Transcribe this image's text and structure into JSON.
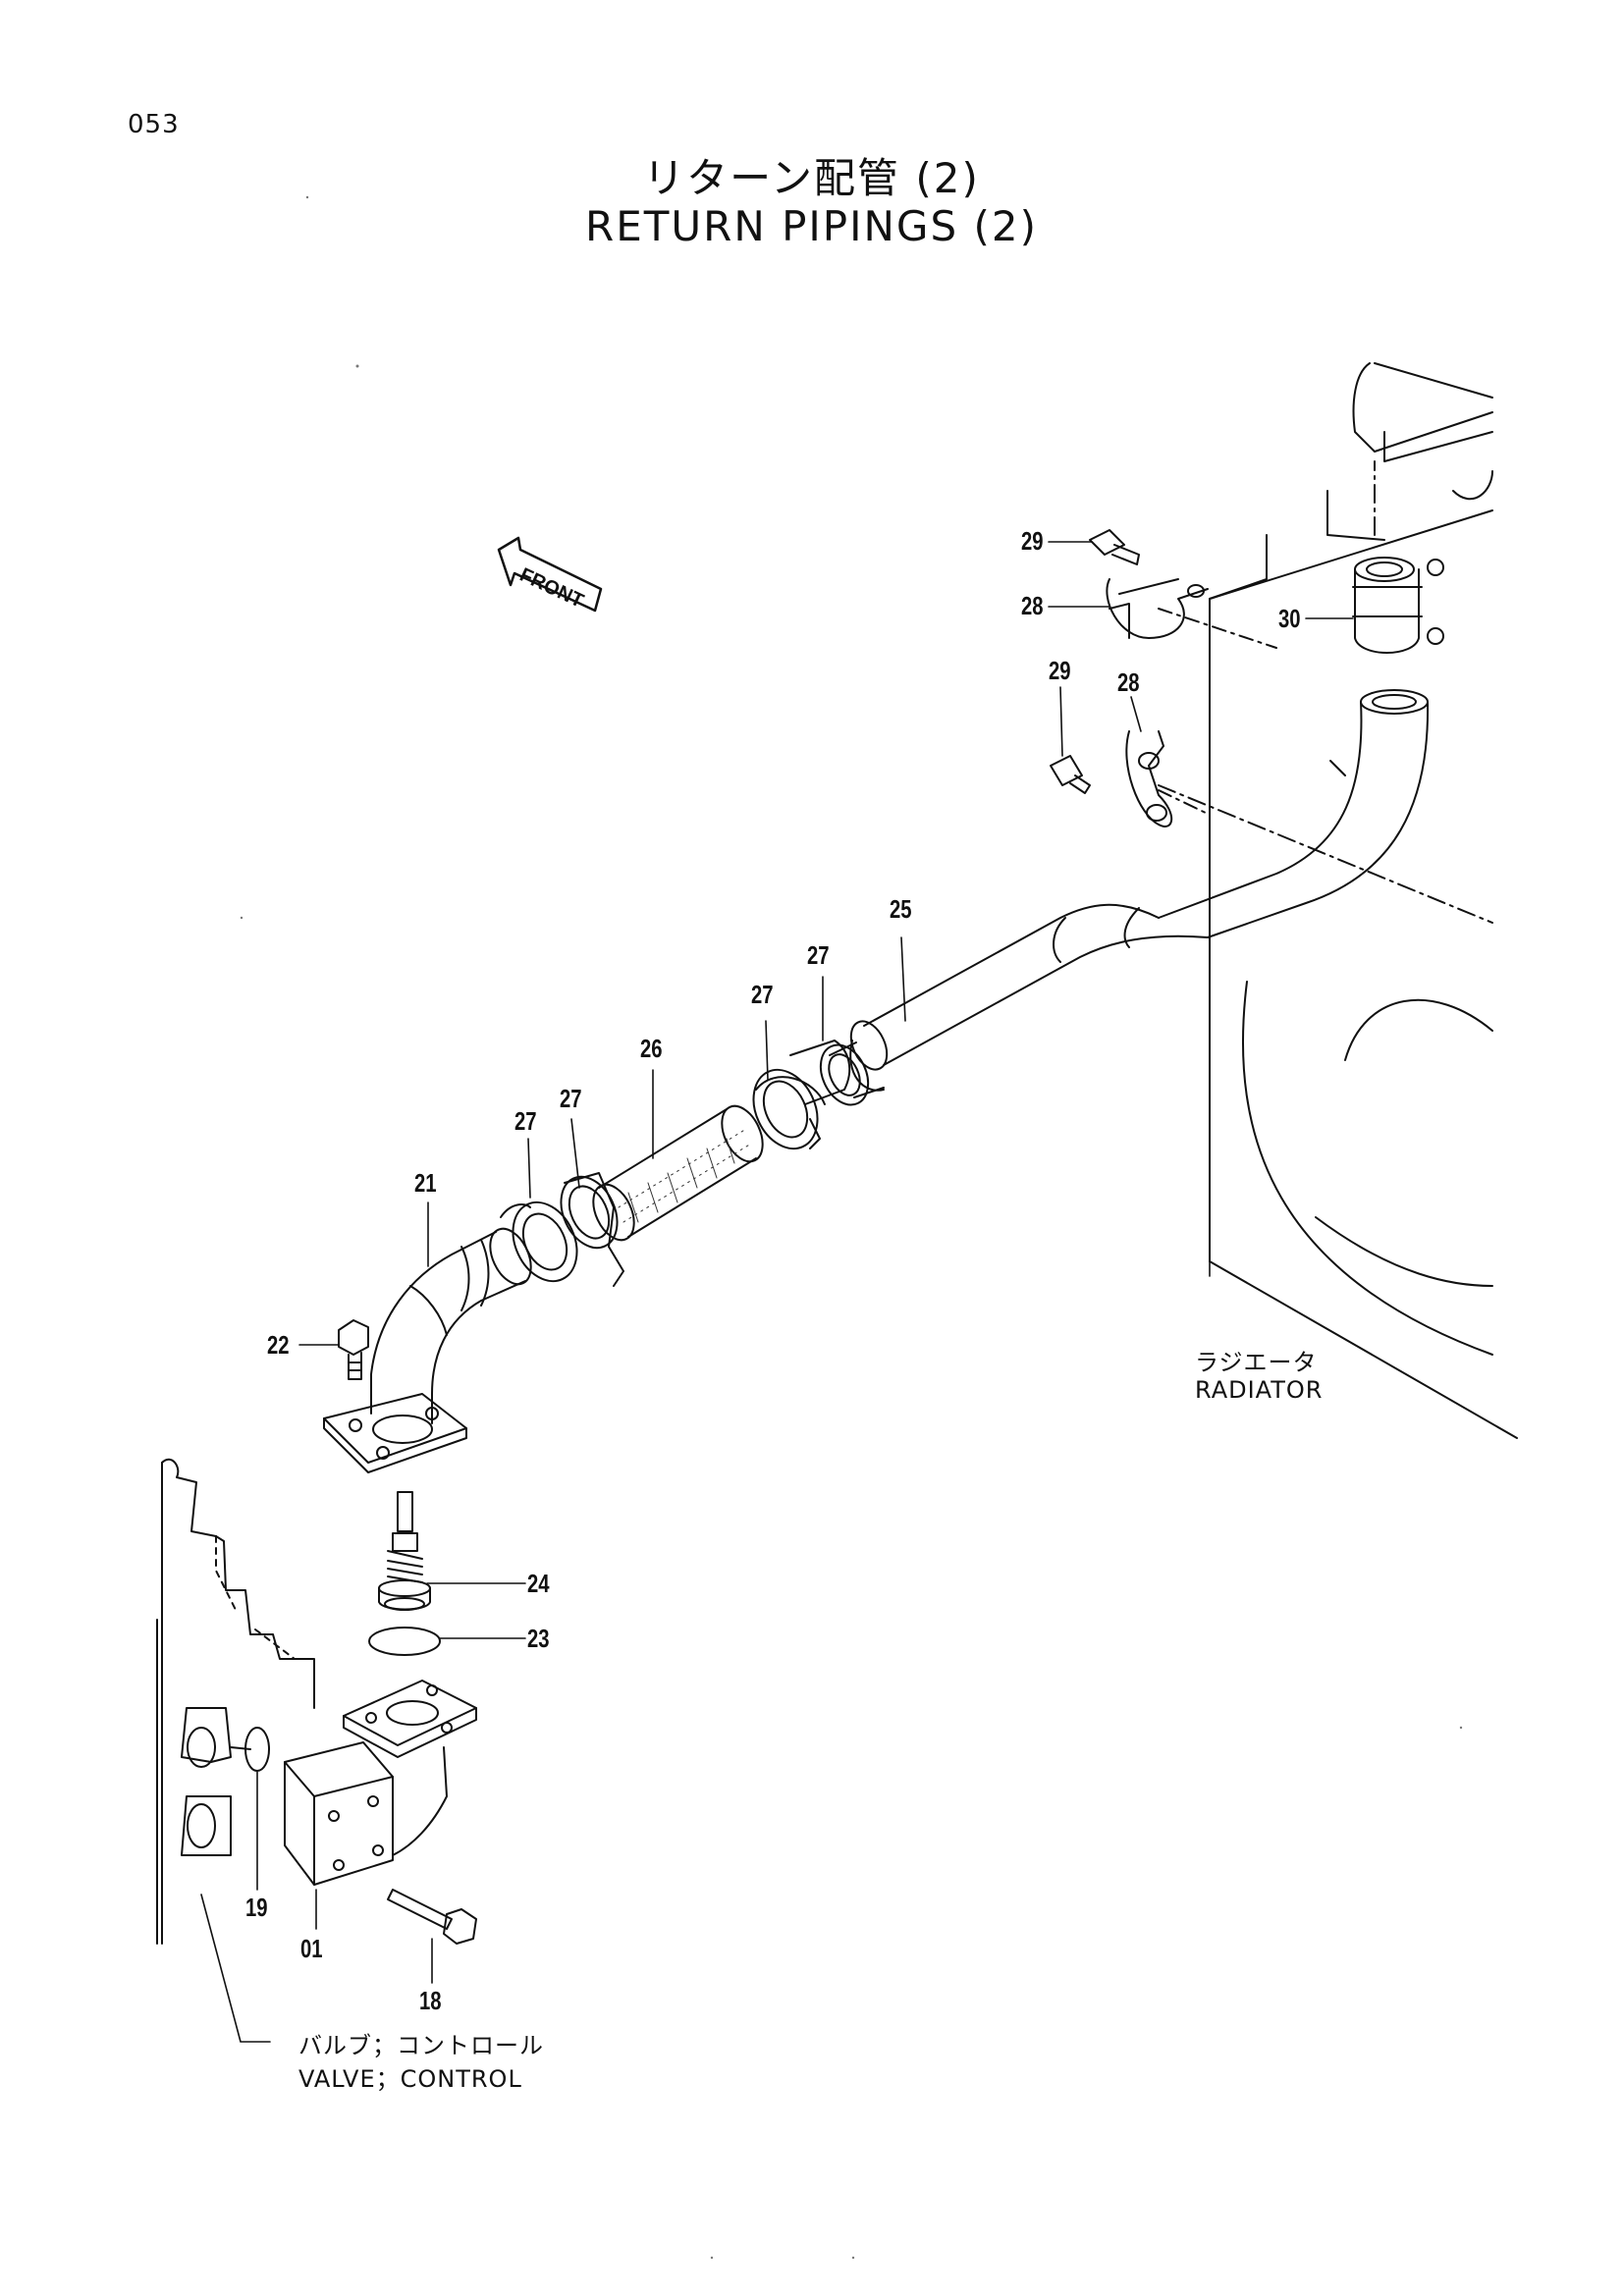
{
  "page_number": "053",
  "title": {
    "jp": "リターン配管 (2)",
    "en": "RETURN PIPINGS (2)"
  },
  "front_label": "FRONT",
  "callouts": {
    "c01": "01",
    "c18": "18",
    "c19": "19",
    "c21": "21",
    "c22": "22",
    "c23": "23",
    "c24": "24",
    "c25": "25",
    "c26": "26",
    "c27a": "27",
    "c27b": "27",
    "c27c": "27",
    "c27d": "27",
    "c28a": "28",
    "c28b": "28",
    "c29a": "29",
    "c29b": "29",
    "c30": "30"
  },
  "labels": {
    "radiator_jp": "ラジエータ",
    "radiator_en": "RADIATOR",
    "valve_jp": "バルブ；コントロール",
    "valve_en": "VALVE；CONTROL"
  }
}
